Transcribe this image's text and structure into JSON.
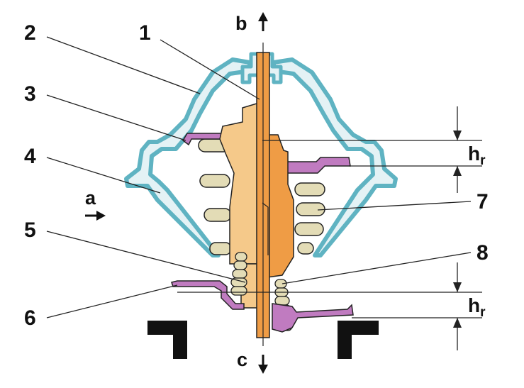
{
  "labels": {
    "part_1": "1",
    "part_2": "2",
    "part_3": "3",
    "part_4": "4",
    "part_5": "5",
    "part_6": "6",
    "part_7": "7",
    "part_8": "8",
    "flow_a": "a",
    "flow_b": "b",
    "flow_c": "c",
    "dim_upper_main": "h",
    "dim_upper_sub": "r",
    "dim_lower_main": "h",
    "dim_lower_sub": "r"
  },
  "colors": {
    "housing": "#5fb3c2",
    "housing_fill": "#e4f2f5",
    "plate": "#c07bc0",
    "piston_light": "#f5c98a",
    "piston_dark": "#ef9c45",
    "spring": "#e3dcb6",
    "outline": "#222222",
    "stand": "#111111"
  }
}
